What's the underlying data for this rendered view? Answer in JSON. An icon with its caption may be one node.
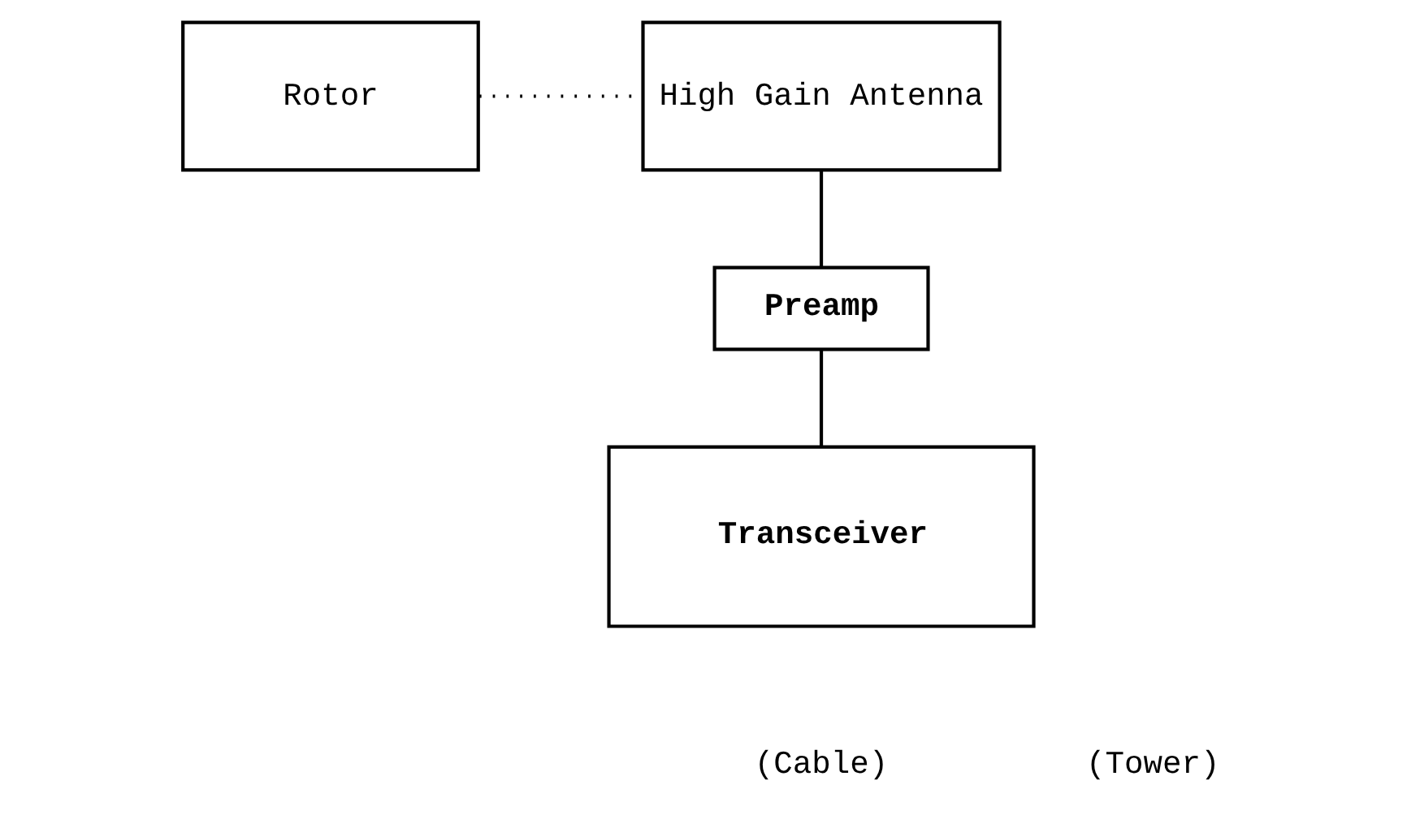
{
  "diagram": {
    "nodes": [
      {
        "text": [
          "Rotor"
        ]
      },
      {
        "text": [
          "High Gain Antenna"
        ]
      },
      {
        "text": [
          "Preamp"
        ]
      },
      {
        "text": [
          "Transceiver"
        ]
      }
    ],
    "edges": [
      {
        "from": 0,
        "to": 1,
        "arrow": "none",
        "style": "dashed"
      },
      {
        "from": 1,
        "to": 2,
        "arrow": "none"
      },
      {
        "from": 2,
        "to": 3,
        "arrow": "none"
      }
    ],
    "labels": [
      "(Cable)",
      "(Tower)"
    ]
  }
}
